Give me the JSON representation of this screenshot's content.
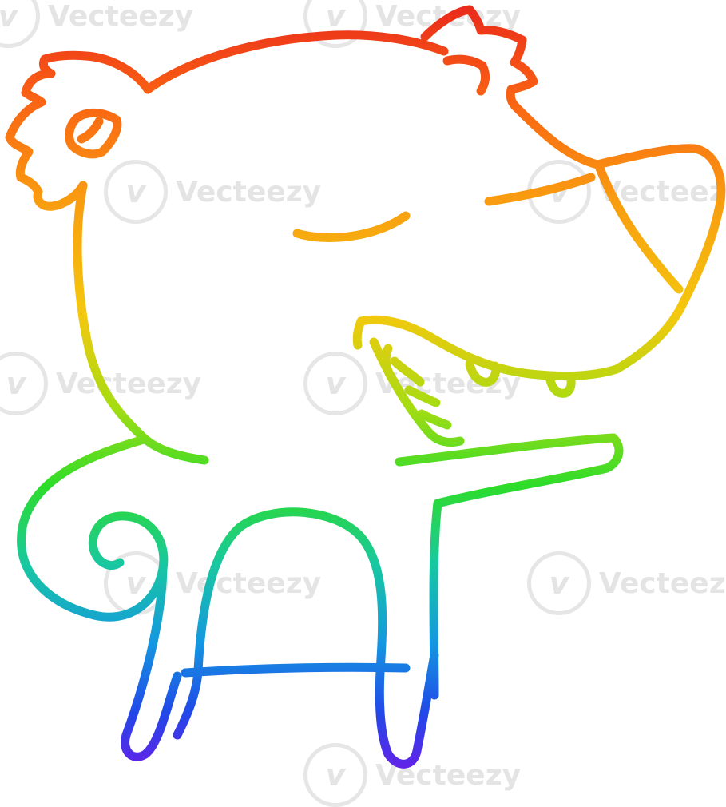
{
  "watermark": {
    "text": "Vecteezy",
    "mark_glyph": "v"
  },
  "artwork": {
    "subject": "rainbow-gradient-line-cartoon-bear",
    "gradient_colors": [
      "#e8261c",
      "#f97a10",
      "#f9b20e",
      "#9ddc10",
      "#1fd82e",
      "#18c6a8",
      "#1598e0",
      "#2250e8",
      "#6a1ce8"
    ]
  }
}
